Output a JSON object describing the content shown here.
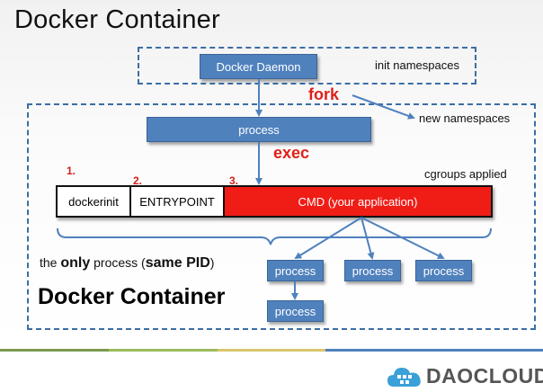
{
  "slide_title": "Docker Container",
  "init_area": {
    "daemon_label": "Docker Daemon",
    "namespace_label": "init namespaces"
  },
  "fork_label": "fork",
  "new_namespaces_label": "new namespaces",
  "process_bar_label": "process",
  "exec_label": "exec",
  "cgroups_label": "cgroups applied",
  "steps": [
    {
      "number": "1.",
      "label": "dockerinit"
    },
    {
      "number": "2.",
      "label": "ENTRYPOINT"
    },
    {
      "number": "3.",
      "label": "CMD  (your application)"
    }
  ],
  "only_process": {
    "prefix": "the ",
    "only": "only",
    "middle": " process (",
    "same_pid": "same PID",
    "suffix": ")"
  },
  "container_title": "Docker Container",
  "child_processes": [
    "process",
    "process",
    "process",
    "process"
  ],
  "colors": {
    "accent_blue": "#4f81bd",
    "dash_blue": "#3b6ea5",
    "cmd_red": "#f01c16",
    "label_red": "#e0201a"
  },
  "footer": {
    "logo_text": "DAOCLOUD",
    "stripe_colors": [
      "#7a9a4e",
      "#9bbb59",
      "#d9c56b",
      "#4f81bd",
      "#4f81bd"
    ]
  }
}
